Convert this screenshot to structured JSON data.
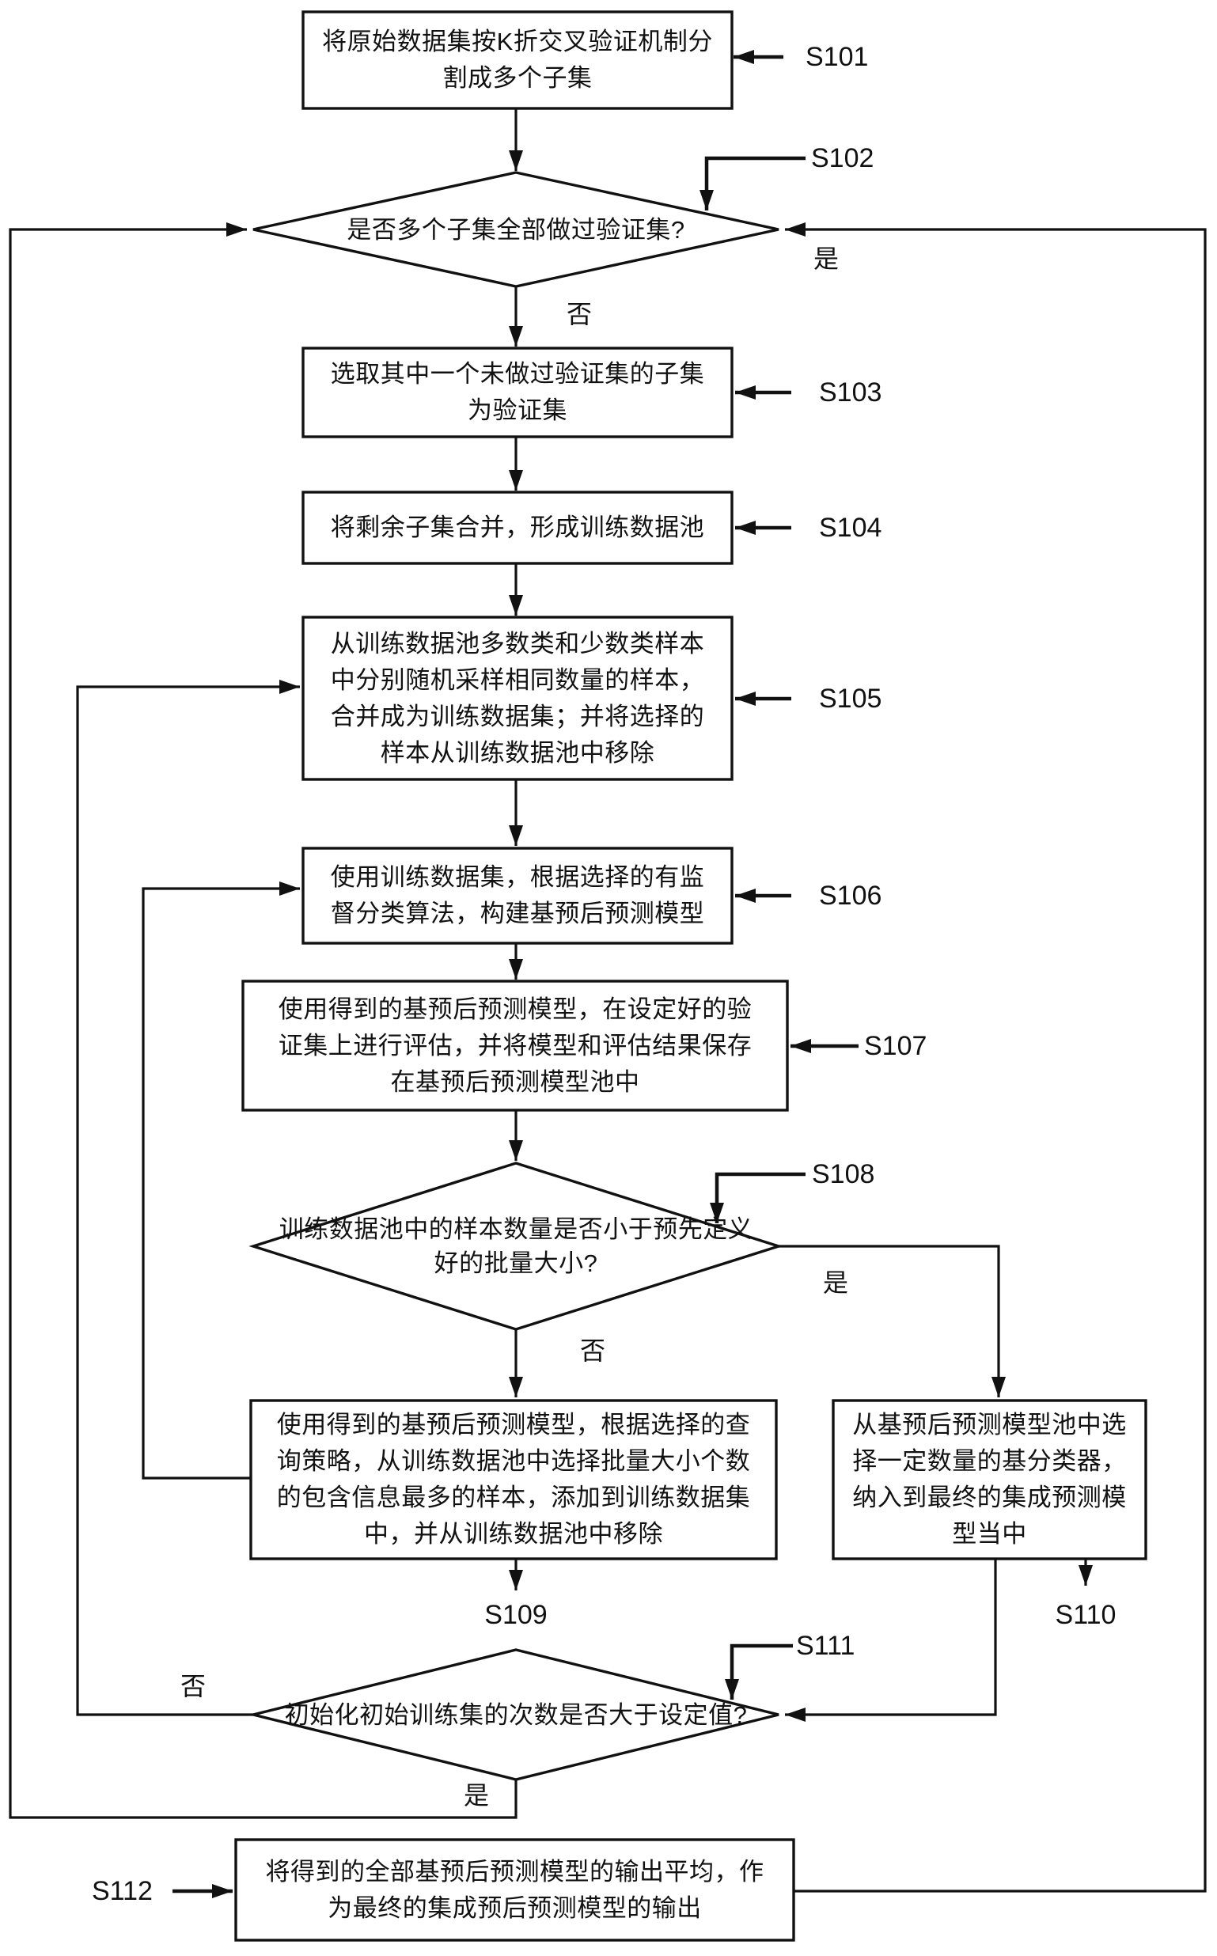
{
  "fc": {
    "colors": {
      "background": "#ffffff",
      "stroke": "#111111",
      "text": "#111111"
    },
    "steps": {
      "s101": {
        "id": "S101",
        "shape": "process",
        "text": "将原始数据集按K折交叉验证机制分\n割成多个子集"
      },
      "s102": {
        "id": "S102",
        "shape": "decision",
        "text": "是否多个子集全部做过验证集?"
      },
      "s103": {
        "id": "S103",
        "shape": "process",
        "text": "选取其中一个未做过验证集的子集\n为验证集"
      },
      "s104": {
        "id": "S104",
        "shape": "process",
        "text": "将剩余子集合并，形成训练数据池"
      },
      "s105": {
        "id": "S105",
        "shape": "process",
        "text": "从训练数据池多数类和少数类样本\n中分别随机采样相同数量的样本，\n合并成为训练数据集；并将选择的\n样本从训练数据池中移除"
      },
      "s106": {
        "id": "S106",
        "shape": "process",
        "text": "使用训练数据集，根据选择的有监\n督分类算法，构建基预后预测模型"
      },
      "s107": {
        "id": "S107",
        "shape": "process",
        "text": "使用得到的基预后预测模型，在设定好的验\n证集上进行评估，并将模型和评估结果保存\n在基预后预测模型池中"
      },
      "s108": {
        "id": "S108",
        "shape": "decision",
        "text": "训练数据池中的样本数量是否小于预先定义\n好的批量大小?"
      },
      "s109": {
        "id": "S109",
        "shape": "process",
        "text": "使用得到的基预后预测模型，根据选择的查\n询策略，从训练数据池中选择批量大小个数\n的包含信息最多的样本，添加到训练数据集\n中，并从训练数据池中移除"
      },
      "s110": {
        "id": "S110",
        "shape": "process",
        "text": "从基预后预测模型池中选\n择一定数量的基分类器，\n纳入到最终的集成预测模\n型当中"
      },
      "s111": {
        "id": "S111",
        "shape": "decision",
        "text": "初始化初始训练集的次数是否大于设定值?"
      },
      "s112": {
        "id": "S112",
        "shape": "process",
        "text": "将得到的全部基预后预测模型的输出平均，作\n为最终的集成预后预测模型的输出"
      }
    },
    "branches": {
      "s102_no": "否",
      "s102_yes": "是",
      "s108_no": "否",
      "s108_yes": "是",
      "s111_no": "否",
      "s111_yes": "是"
    }
  }
}
